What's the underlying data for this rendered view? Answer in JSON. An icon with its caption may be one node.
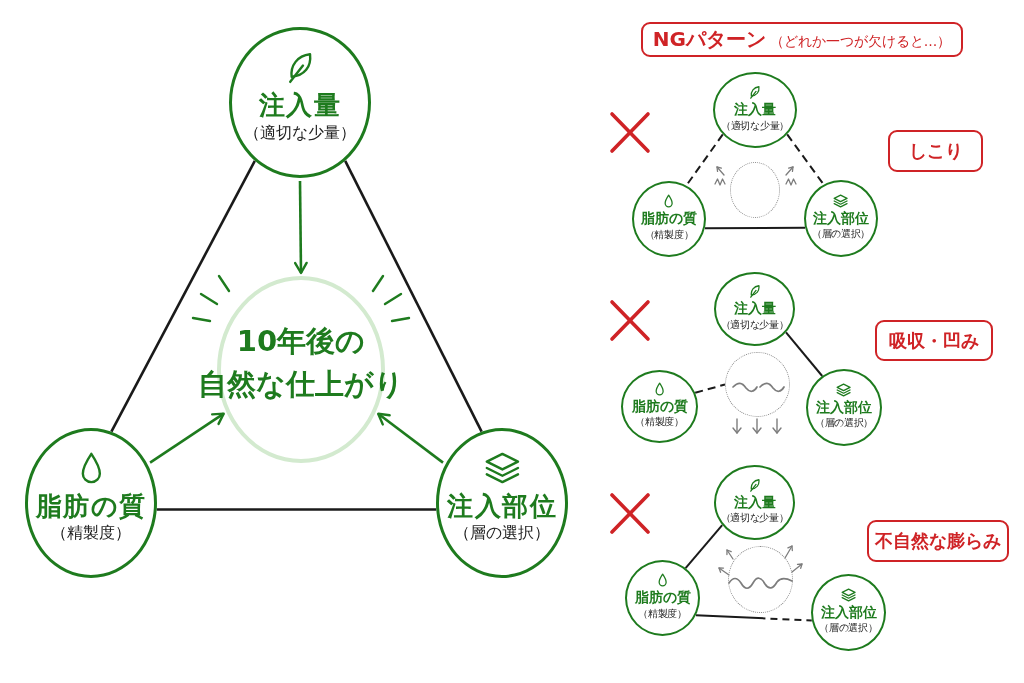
{
  "diagram": {
    "nodes": [
      {
        "text": [
          "注入量",
          "（適切な少量）"
        ]
      },
      {
        "text": [
          "10年後の自然な仕上がり"
        ]
      },
      {
        "text": [
          "脂肪の質",
          "（精製度）"
        ]
      },
      {
        "text": [
          "注入部位",
          "（層の選択）"
        ]
      },
      {
        "text": [
          "NGパターン",
          "（どれか一つが欠けると…）"
        ]
      },
      {
        "text": [
          "注入量",
          "（適切な少量）"
        ]
      },
      {
        "text": [
          "脂肪の質",
          "（精製度）"
        ]
      },
      {
        "text": [
          "注入部位",
          "（層の選択）"
        ]
      },
      {
        "text": [],
        "shape": "circle"
      },
      {
        "text": [
          "しこり"
        ]
      },
      {
        "text": [
          "注入量",
          "（適切な少量）"
        ]
      },
      {
        "text": [
          "脂肪の質",
          "（精製度）"
        ]
      },
      {
        "text": [
          "注入部位",
          "（層の選択）"
        ]
      },
      {
        "text": [],
        "shape": "circle"
      },
      {
        "text": [
          "吸収・凹み"
        ]
      },
      {
        "text": [
          "注入量",
          "（適切な少量）"
        ]
      },
      {
        "text": [
          "脂肪の質",
          "（精製度）"
        ]
      },
      {
        "text": [
          "注入部位",
          "（層の選択）"
        ]
      },
      {
        "text": [],
        "shape": "circle"
      },
      {
        "text": [
          "不自然な膨らみ"
        ]
      }
    ],
    "edges": [
      {
        "from": 0,
        "to": 2,
        "arrow": "none"
      },
      {
        "from": 0,
        "to": 3,
        "arrow": "none"
      },
      {
        "from": 2,
        "to": 3,
        "arrow": "none"
      },
      {
        "from": 0,
        "to": 1,
        "arrow": "to",
        "color": "#1e7b1e"
      },
      {
        "from": 2,
        "to": 1,
        "arrow": "to",
        "color": "#1e7b1e"
      },
      {
        "from": 3,
        "to": 1,
        "arrow": "to",
        "color": "#1e7b1e"
      },
      {
        "from": 5,
        "to": 6,
        "arrow": "none",
        "style": "dashed"
      },
      {
        "from": 5,
        "to": 7,
        "arrow": "none",
        "style": "dashed"
      },
      {
        "from": 6,
        "to": 7,
        "arrow": "none"
      },
      {
        "from": 10,
        "to": 12,
        "arrow": "none"
      },
      {
        "from": 11,
        "to": 13,
        "arrow": "none",
        "style": "dashed"
      },
      {
        "from": 15,
        "to": 16,
        "arrow": "none"
      },
      {
        "from": 16,
        "to": 17,
        "arrow": "none",
        "style": "dashed"
      }
    ]
  }
}
